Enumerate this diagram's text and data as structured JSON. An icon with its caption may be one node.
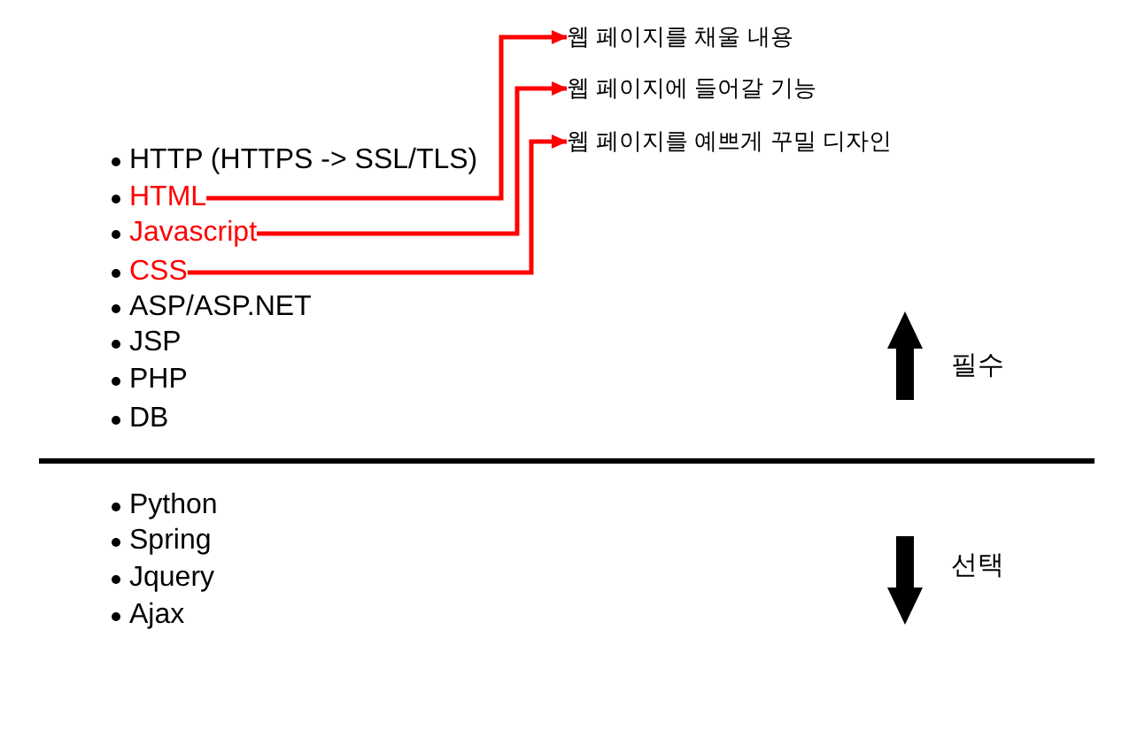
{
  "diagram": {
    "nodes": [
      {
        "text": [
          "웹 페이지를 채울 내용"
        ]
      },
      {
        "text": [
          "웹 페이지에 들어갈 기능"
        ]
      },
      {
        "text": [
          "웹 페이지를 예쁘게 꾸밀 디자인"
        ]
      },
      {
        "text": [
          "HTML"
        ]
      },
      {
        "text": [
          "Javascript"
        ]
      },
      {
        "text": [
          "CSS"
        ]
      }
    ],
    "edges": [
      {
        "from": 3,
        "to": 0,
        "arrow": "to"
      },
      {
        "from": 4,
        "to": 1,
        "arrow": "to"
      },
      {
        "from": 5,
        "to": 2,
        "arrow": "to"
      }
    ],
    "labels": [
      "HTTP (HTTPS -> SSL/TLS)",
      "ASP/ASP.NET",
      "JSP",
      "PHP",
      "DB",
      "필수",
      "Python",
      "Spring",
      "Jquery",
      "Ajax",
      "선택"
    ]
  }
}
